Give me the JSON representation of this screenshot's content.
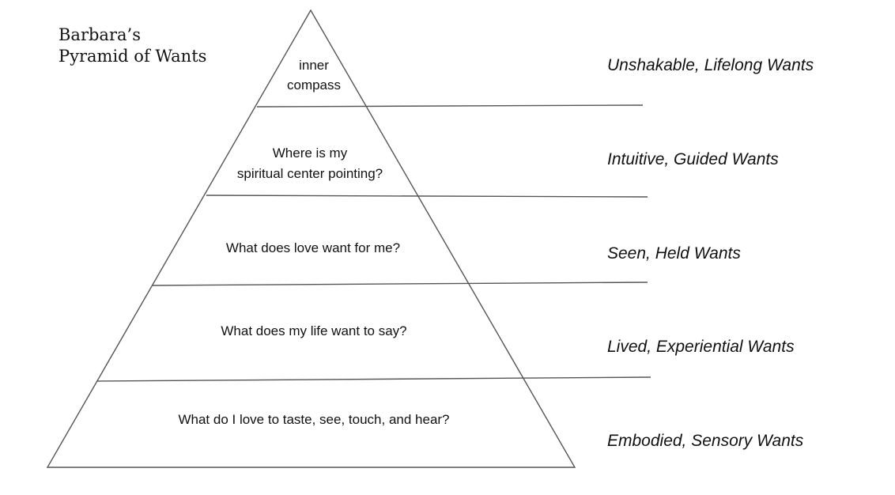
{
  "title": {
    "line1": "Barbara’s",
    "line2": "Pyramid of Wants"
  },
  "tiers": [
    {
      "question_lines": [
        "inner",
        "compass"
      ],
      "want": "Unshakable, Lifelong Wants"
    },
    {
      "question_lines": [
        "Where is my",
        "spiritual center pointing?"
      ],
      "want": "Intuitive, Guided Wants"
    },
    {
      "question_lines": [
        "What does love want for me?"
      ],
      "want": "Seen, Held Wants"
    },
    {
      "question_lines": [
        "What does my life want to say?"
      ],
      "want": "Lived, Experiential Wants"
    },
    {
      "question_lines": [
        "What do I love to taste, see, touch, and hear?"
      ],
      "want": "Embodied, Sensory Wants"
    }
  ]
}
